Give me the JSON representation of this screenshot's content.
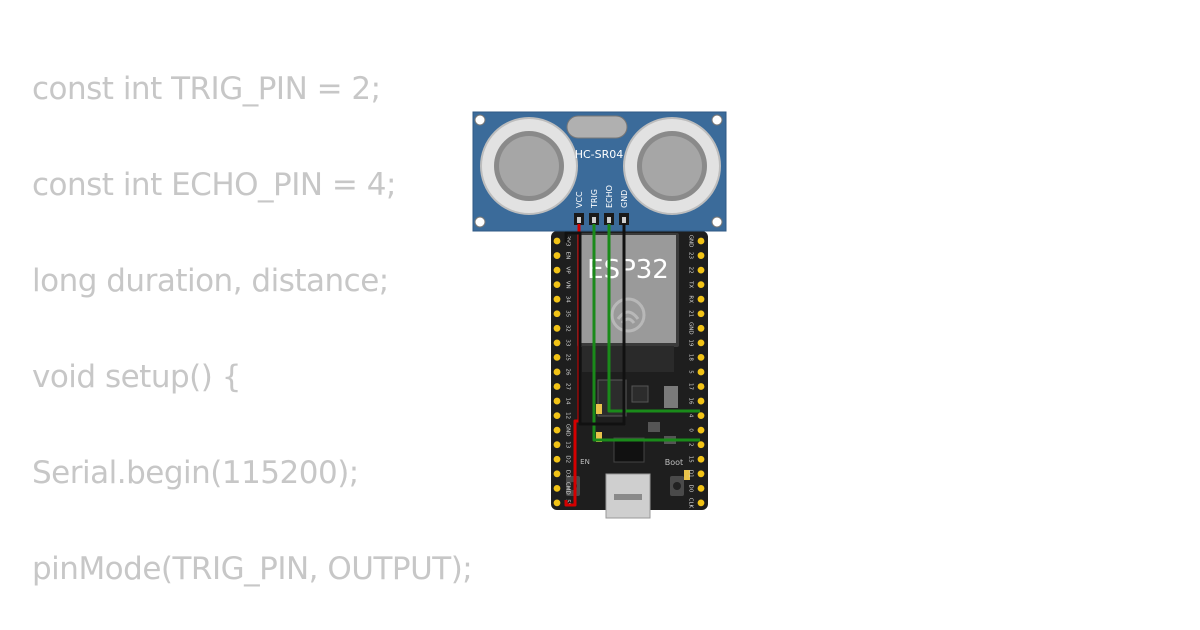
{
  "code_lines": [
    "const int TRIG_PIN = 2;",
    "const int ECHO_PIN = 4;",
    "long duration, distance;",
    "void setup() {",
    "Serial.begin(115200);",
    "pinMode(TRIG_PIN, OUTPUT);"
  ],
  "sensor": {
    "label": "HC-SR04",
    "pins": [
      "VCC",
      "TRIG",
      "ECHO",
      "GND"
    ]
  },
  "board": {
    "label": "ESP32",
    "boot_label": "Boot",
    "en_label": "EN",
    "left_pins": [
      "3V3",
      "EN",
      "VP",
      "VN",
      "34",
      "35",
      "32",
      "33",
      "25",
      "26",
      "27",
      "14",
      "12",
      "GND",
      "13",
      "D2",
      "D3",
      "CMD",
      "5V"
    ],
    "right_pins": [
      "GND",
      "23",
      "22",
      "TX",
      "RX",
      "21",
      "GND",
      "19",
      "18",
      "5",
      "17",
      "16",
      "4",
      "0",
      "2",
      "15",
      "D1",
      "D0",
      "CLK"
    ]
  },
  "wire_colors": {
    "vcc": "#d40000",
    "trig": "#1a8a1a",
    "echo": "#1a8a1a",
    "gnd": "#111111"
  }
}
